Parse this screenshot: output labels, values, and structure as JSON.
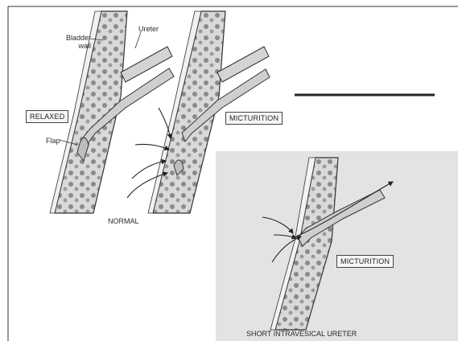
{
  "labels": {
    "bladder_wall": "Bladder\nwall",
    "ureter": "Ureter",
    "relaxed": "RELAXED",
    "flap": "Flap",
    "normal": "NORMAL",
    "micturition_top": "MICTURITION",
    "micturition_inset": "MICTURITION",
    "short_intravesical": "SHORT INTRAVESICAL URETER"
  }
}
